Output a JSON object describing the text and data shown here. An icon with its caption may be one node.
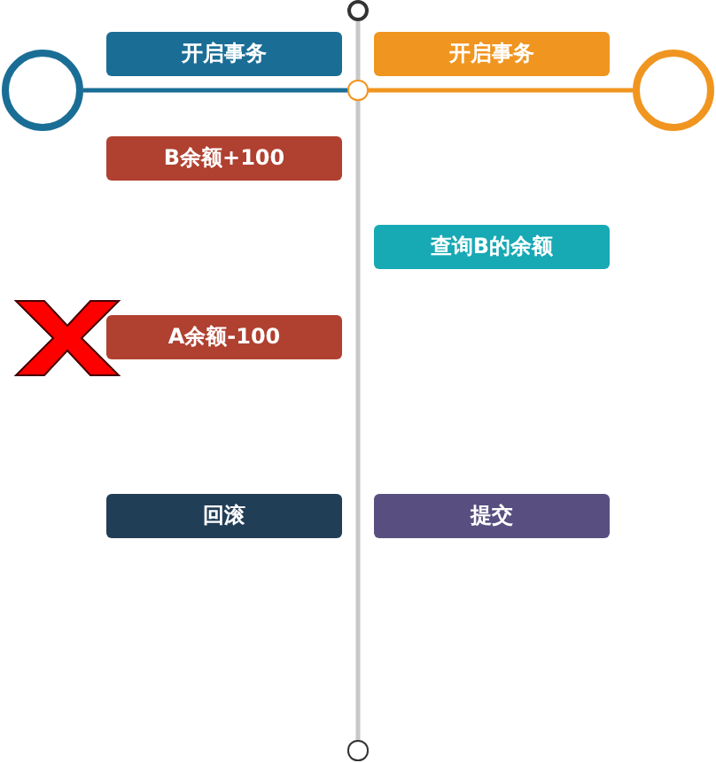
{
  "diagram": {
    "nodes": [
      {
        "text": [],
        "shape": "circle"
      },
      {
        "text": [
          "开启事务"
        ]
      },
      {
        "text": [
          "开启事务"
        ]
      },
      {
        "text": [],
        "shape": "circle"
      },
      {
        "text": [],
        "shape": "circle"
      },
      {
        "text": [],
        "shape": "circle"
      },
      {
        "text": [
          "B余额+100"
        ]
      },
      {
        "text": [
          "查询B的余额"
        ]
      },
      {
        "text": [
          "A余额-100"
        ]
      },
      {
        "text": [
          "回滚"
        ]
      },
      {
        "text": [
          "提交"
        ]
      },
      {
        "text": [],
        "shape": "circle"
      }
    ],
    "edges": [
      {
        "from": 0,
        "to": 4,
        "arrow": "none"
      },
      {
        "from": 4,
        "to": 11,
        "arrow": "none"
      },
      {
        "from": 3,
        "to": 4,
        "arrow": "none",
        "color": "#1a6e96"
      },
      {
        "from": 4,
        "to": 5,
        "arrow": "none",
        "color": "#f0951f"
      }
    ]
  }
}
